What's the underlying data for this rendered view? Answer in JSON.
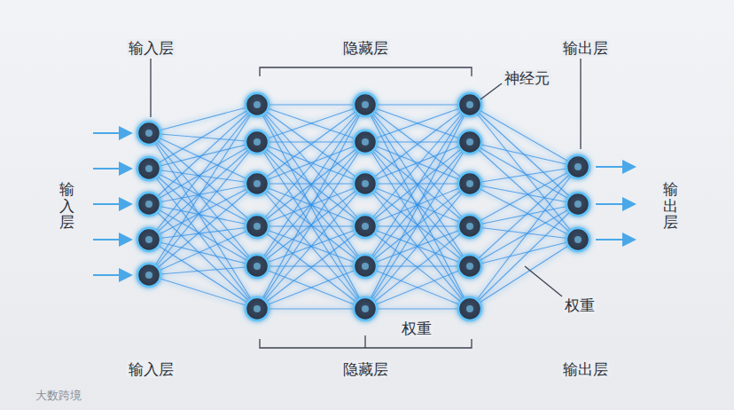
{
  "diagram": {
    "labels": [
      "输入层",
      "隐藏层",
      "输出层",
      "神经元",
      "输入层",
      "输出层",
      "权重",
      "权重",
      "输入层",
      "隐藏层",
      "输出层",
      "大数跨境"
    ]
  }
}
